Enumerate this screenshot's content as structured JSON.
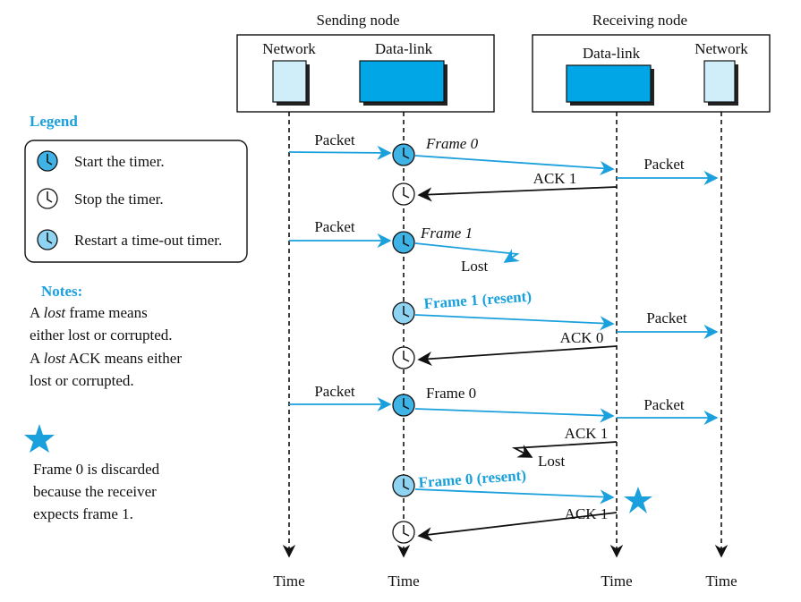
{
  "nodes": {
    "sending": "Sending node",
    "receiving": "Receiving node",
    "network": "Network",
    "datalink": "Data-link"
  },
  "time_label": "Time",
  "legend": {
    "title": "Legend",
    "start": "Start the timer.",
    "stop": "Stop the timer.",
    "restart": "Restart a time-out timer."
  },
  "notes": {
    "title": "Notes:",
    "line1_pre": "A ",
    "line1_em": "lost",
    "line1_post": " frame means",
    "line2": "either lost or corrupted.",
    "line3_pre": "A ",
    "line3_em": "lost",
    "line3_post": " ACK means either",
    "line4": "lost or corrupted."
  },
  "star_note": {
    "line1": "Frame 0 is discarded",
    "line2": "because the receiver",
    "line3": "expects frame 1."
  },
  "messages": {
    "packet": "Packet",
    "frame0": "Frame 0",
    "frame1": "Frame 1",
    "frame1_resent": "Frame 1 (resent)",
    "frame0_resent": "Frame 0 (resent)",
    "ack0": "ACK 0",
    "ack1": "ACK 1",
    "lost": "Lost"
  },
  "colors": {
    "accent": "#1aa0dc",
    "box_fill_dark": "#00a6e6",
    "box_fill_light": "#cfeefa",
    "timer_start": "#3fb2e6",
    "timer_restart": "#8fd3f3"
  }
}
